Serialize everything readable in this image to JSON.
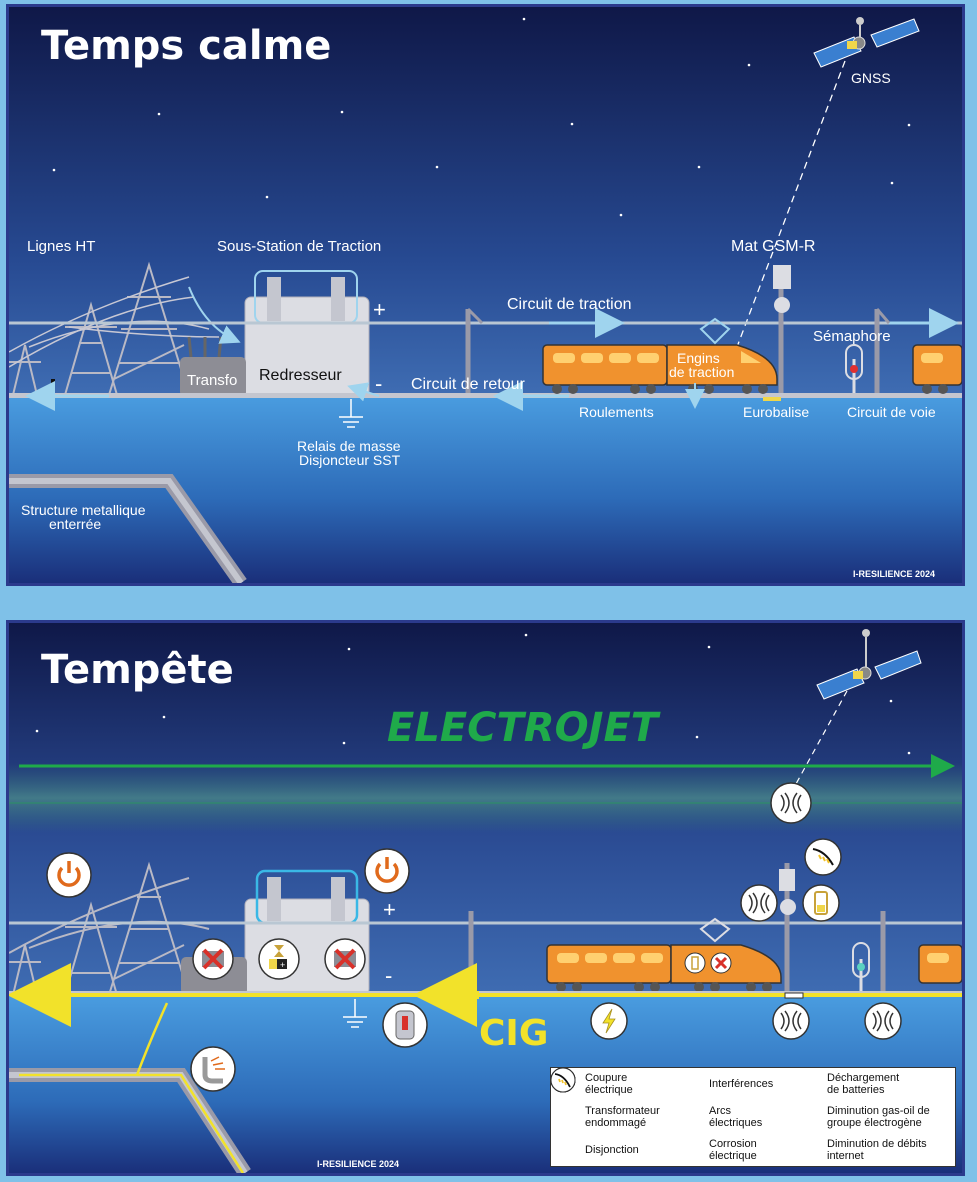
{
  "calm": {
    "title": "Temps calme",
    "gnss": "GNSS",
    "lignes_ht": "Lignes HT",
    "sous_station": "Sous-Station de Traction",
    "mat_gsmr": "Mat GSM-R",
    "plus": "+",
    "minus": "-",
    "circuit_traction": "Circuit de traction",
    "semaphore": "Sémaphore",
    "transfo": "Transfo",
    "redresseur": "Redresseur",
    "circuit_retour": "Circuit de retour",
    "engins_line1": "Engins",
    "engins_line2": "de traction",
    "roulements": "Roulements",
    "eurobalise": "Eurobalise",
    "circuit_voie": "Circuit  de voie",
    "relais_line1": "Relais de masse",
    "relais_line2": "Disjoncteur SST",
    "structure_line1": "Structure metallique",
    "structure_line2": "enterrée",
    "credit": "I-RESILIENCE 2024"
  },
  "storm": {
    "title": "Tempête",
    "electrojet": "ELECTROJET",
    "plus": "+",
    "minus": "-",
    "cig": "CIG",
    "credit": "I-RESILIENCE 2024",
    "legend": [
      {
        "icon": "power-icon",
        "line1": "Coupure",
        "line2": "électrique"
      },
      {
        "icon": "interference-icon",
        "line1": "Interférences",
        "line2": ""
      },
      {
        "icon": "battery-icon",
        "line1": "Déchargement",
        "line2": "de batteries"
      },
      {
        "icon": "transformer-damaged-icon",
        "line1": "Transformateur",
        "line2": "endommagé"
      },
      {
        "icon": "lightning-icon",
        "line1": "Arcs",
        "line2": "électriques"
      },
      {
        "icon": "generator-icon",
        "line1": "Diminution gas-oil de",
        "line2": "groupe électrogène"
      },
      {
        "icon": "breaker-icon",
        "line1": "Disjonction",
        "line2": ""
      },
      {
        "icon": "corrosion-icon",
        "line1": "Corrosion",
        "line2": "électrique"
      },
      {
        "icon": "internet-icon",
        "line1": "Diminution de débits",
        "line2": "internet"
      }
    ]
  },
  "colors": {
    "sky_top": "#101a4a",
    "sky_mid": "#2d4f97",
    "ground": "#3a8ed0",
    "electrojet": "#1faa4a",
    "cig": "#f2e22a",
    "train_orange": "#f0922e",
    "icon_ring": "#e06a1c",
    "damage_red": "#d8312a"
  }
}
